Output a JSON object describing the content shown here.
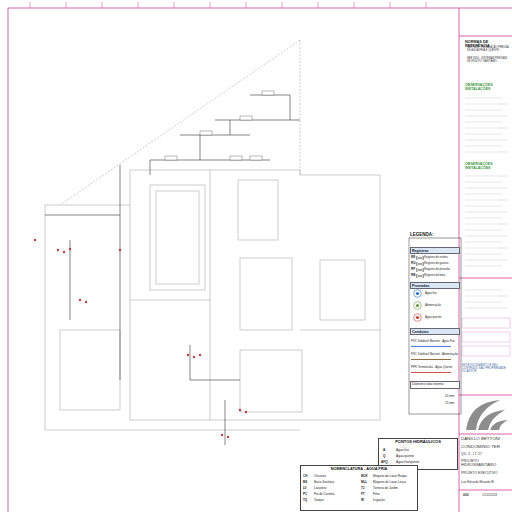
{
  "diagram": {
    "nodes": [
      {
        "text": [
          "LEGENDA:"
        ]
      },
      {
        "text": [
          "Registros"
        ],
        "in": 0
      },
      {
        "text": [
          "Prumadas"
        ],
        "in": 0
      },
      {
        "text": [
          "Condutos"
        ],
        "in": 0
      },
      {
        "text": [
          "Diâmetro tubo externo"
        ],
        "in": 0
      },
      {
        "text": [
          "PONTOS HIDRÁULICOS"
        ]
      },
      {
        "text": [
          "NOMENCLATURA - ÁGUA FRIA"
        ]
      }
    ],
    "labels": [
      "NORMAS DE REFERÊNCIA",
      "NBR 5626 - INSTALAÇÃO PREDIAL DE ÁGUA FRIA E QUENTE",
      "NBR 8160 - SISTEMAS PREDIAIS DE ESGOTO SANITÁRIO",
      "OBSERVAÇÕES INSTALAÇÕES",
      "OBSERVAÇÕES INSTALAÇÕES",
      "RE",
      "RG",
      "RP",
      "RB",
      "A",
      "Água fria",
      "Q",
      "Água quente",
      "AFQ",
      "Água fria/quente",
      "CH",
      "Chuveiro",
      "BS",
      "Bacia Sanitária",
      "LV",
      "Lavatório",
      "PC",
      "Pia de Cozinha",
      "TQ",
      "Tanque",
      "MLR",
      "Máquina de Lavar Roupa",
      "MLL",
      "Máquina de Lavar Louça",
      "TJ",
      "Torneira de Jardim",
      "FT",
      "Filtro",
      "IR",
      "Irrigação",
      "20 mm",
      "25 mm",
      "DANILLO BETTONI",
      "CONDOMÍNIO TER",
      "QD. 3 - LT. 27",
      "PROJETO HIDROSSANITÁRIO",
      "PROJETO EXECUTIVO",
      "Luiz Eduardo Miranda Ri",
      "003",
      "15/10/2023",
      "ESTE DOCUMENTO E SEU CONTEÚDO SÃO PROPRIEDADE DO AUTOR"
    ],
    "legend": [
      {
        "text": "Registro de esfera"
      },
      {
        "text": "Registro de gaveta"
      },
      {
        "text": "Registro de pressão"
      },
      {
        "text": "Registro de bóia"
      },
      {
        "text": "Água fria"
      },
      {
        "text": "Alimentação"
      },
      {
        "text": "Água quente"
      },
      {
        "text": "PVC Soldável Marrom - Água Fria"
      },
      {
        "text": "PVC Soldável Marrom - Alimentação"
      },
      {
        "text": "PPR Termofusão - Água Quente"
      }
    ]
  }
}
